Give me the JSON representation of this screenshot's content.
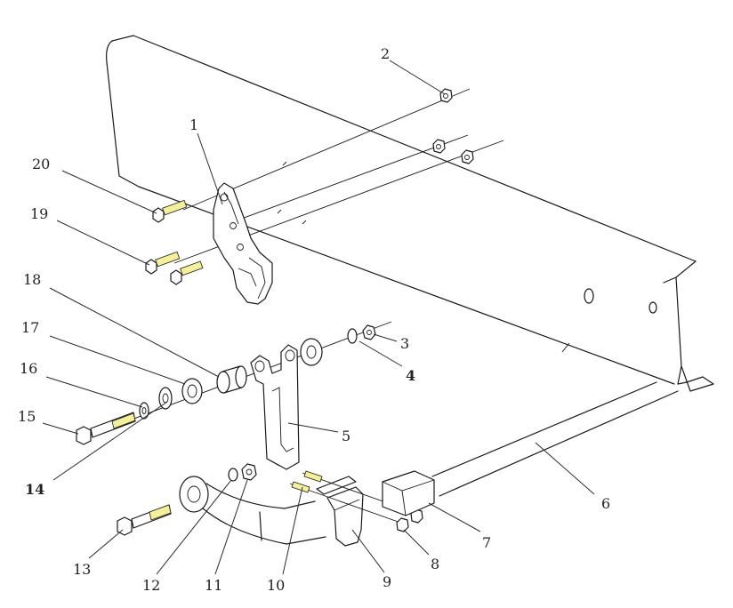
{
  "callouts": [
    "1",
    "2",
    "3",
    "4",
    "5",
    "6",
    "7",
    "8",
    "9",
    "10",
    "11",
    "12",
    "13",
    "14",
    "15",
    "16",
    "17",
    "18",
    "19",
    "20"
  ],
  "colors": {
    "line": "#1a1a1a",
    "thread": "#f3ef9a",
    "background": "#ffffff"
  }
}
